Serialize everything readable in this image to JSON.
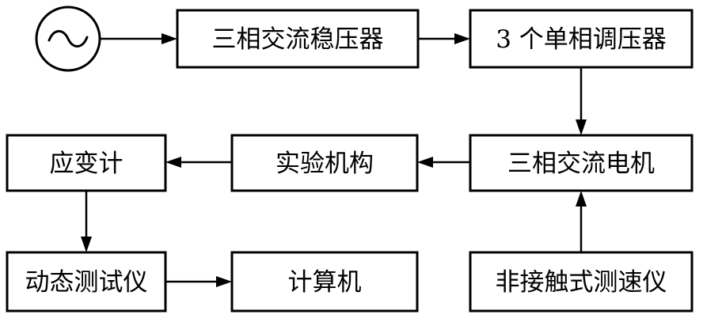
{
  "diagram": {
    "source": {
      "icon": "ac-source-icon"
    },
    "nodes": {
      "stabilizer": "三相交流稳压器",
      "regulators": "3 个单相调压器",
      "strain_gauge": "应变计",
      "mechanism": "实验机构",
      "motor": "三相交流电机",
      "dynamic_tester": "动态测试仪",
      "computer": "计算机",
      "tachometer": "非接触式测速仪"
    },
    "edges": [
      {
        "from": "source",
        "to": "stabilizer"
      },
      {
        "from": "stabilizer",
        "to": "regulators"
      },
      {
        "from": "regulators",
        "to": "motor"
      },
      {
        "from": "motor",
        "to": "mechanism"
      },
      {
        "from": "mechanism",
        "to": "strain_gauge"
      },
      {
        "from": "strain_gauge",
        "to": "dynamic_tester"
      },
      {
        "from": "dynamic_tester",
        "to": "computer"
      },
      {
        "from": "tachometer",
        "to": "motor"
      }
    ]
  }
}
